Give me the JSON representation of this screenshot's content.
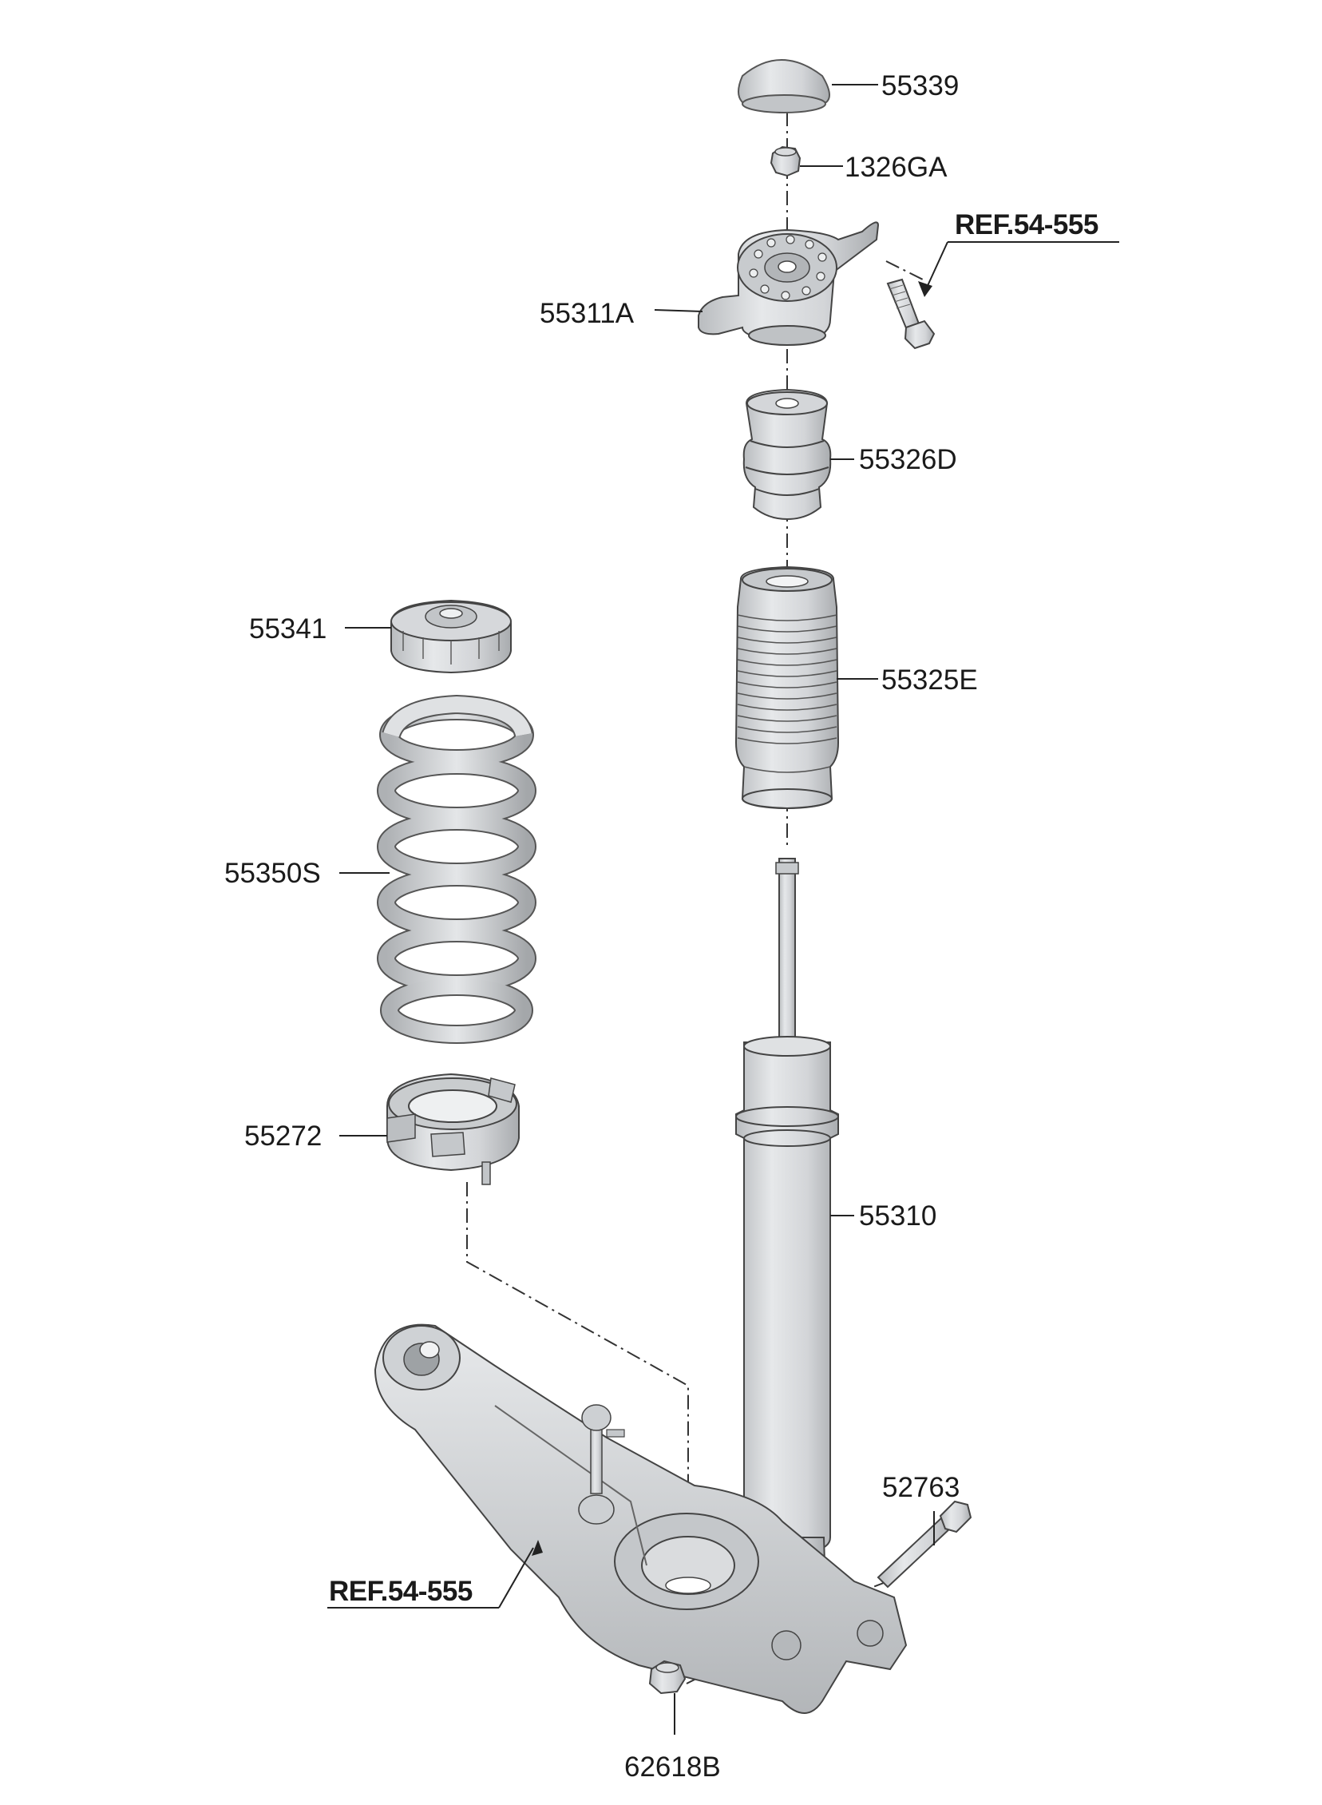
{
  "parts": {
    "p55339": "55339",
    "p1326GA": "1326GA",
    "p55311A": "55311A",
    "p55326D": "55326D",
    "p55341": "55341",
    "p55325E": "55325E",
    "p55350S": "55350S",
    "p55272": "55272",
    "p55310": "55310",
    "p52763": "52763",
    "p62618B": "62618B"
  },
  "refs": {
    "ref_top": "REF.54-555",
    "ref_bottom": "REF.54-555"
  }
}
